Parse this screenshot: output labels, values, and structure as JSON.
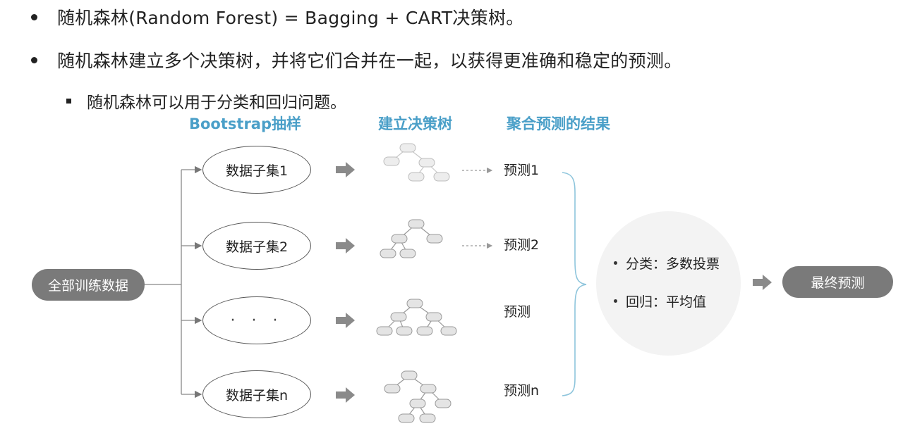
{
  "bullets": {
    "line1": "随机森林(Random Forest) = Bagging + CART决策树。",
    "line2": "随机森林建立多个决策树，并将它们合并在一起，以获得更准确和稳定的预测。",
    "line3": "随机森林可以用于分类和回归问题。"
  },
  "headers": {
    "bootstrap": "Bootstrap抽样",
    "build_trees": "建立决策树",
    "aggregate": "聚合预测的结果"
  },
  "source": "全部训练数据",
  "subsets": [
    "数据子集1",
    "数据子集2",
    "· · ·",
    "数据子集n"
  ],
  "predictions": [
    "预测1",
    "预测2",
    "预测",
    "预测n"
  ],
  "aggregation": {
    "classification": "分类：多数投票",
    "regression": "回归：平均值"
  },
  "final": "最终预测",
  "colors": {
    "header": "#4a9fc8",
    "brace": "#8ec5dc",
    "pill": "#7a7a7a",
    "arrow": "#8a8a8a",
    "tree_node_fill": "#e4e4e4",
    "tree_node_stroke": "#9a9a9a"
  }
}
